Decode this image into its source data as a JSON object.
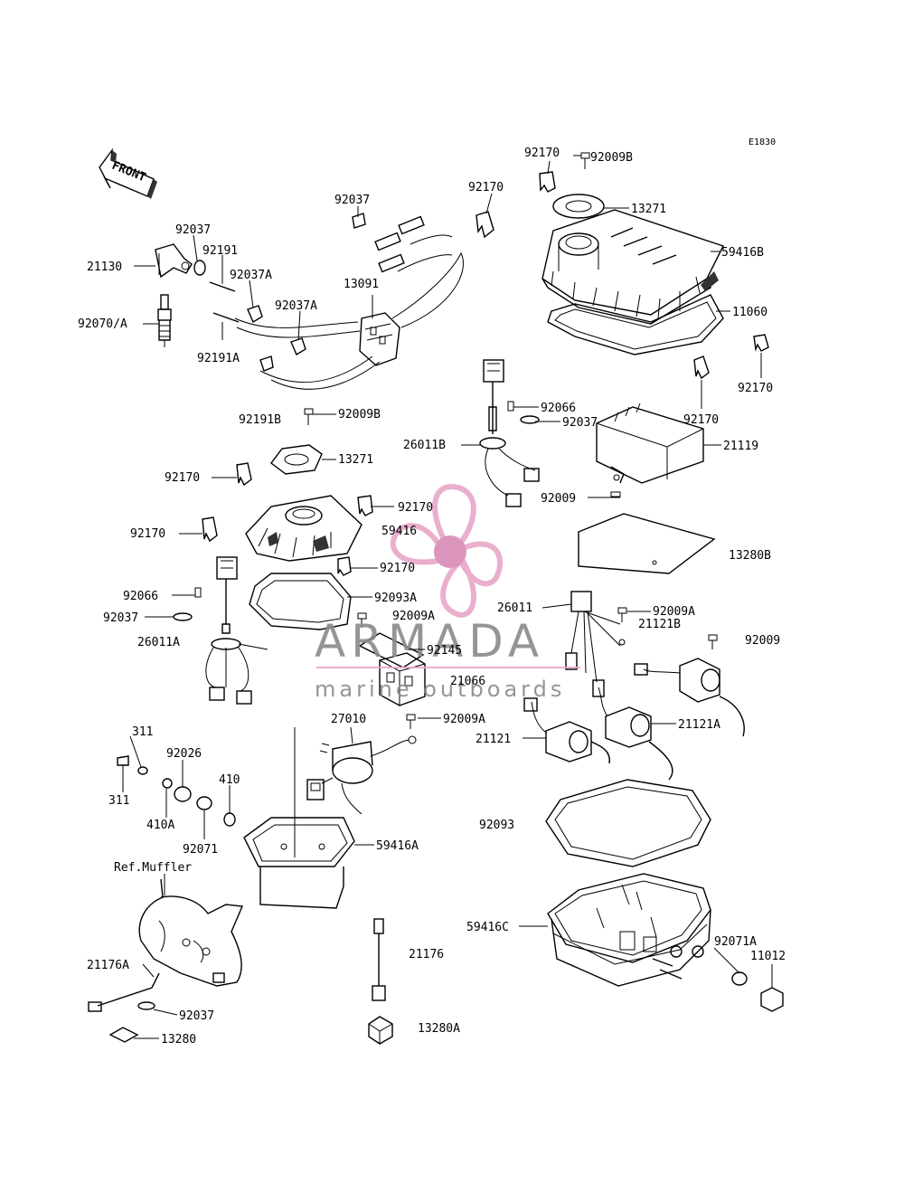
{
  "diagram_code": "E1830",
  "front_label": "FRONT",
  "reference_note": "Ref.Muffler",
  "watermark": {
    "brand": "ARMADA",
    "tagline": "marine outboards",
    "color_text": "#8a8a8a",
    "color_logo": "#e8a7c8",
    "color_hub": "#d98ab5"
  },
  "parts": {
    "p92170_a": "92170",
    "p92009B_a": "92009B",
    "p92170_b": "92170",
    "p13271_a": "13271",
    "p59416B": "59416B",
    "p11060": "11060",
    "p92170_c": "92170",
    "p92170_d": "92170",
    "p92037_a": "92037",
    "p92037_b": "92037",
    "p21130": "21130",
    "p92191": "92191",
    "p92037A_a": "92037A",
    "p92037A_b": "92037A",
    "p13091": "13091",
    "p92070A": "92070/A",
    "p92191A": "92191A",
    "p92066_a": "92066",
    "p92037_c": "92037",
    "p92191B": "92191B",
    "p92009B_b": "92009B",
    "p26011B": "26011B",
    "p21119": "21119",
    "p13271_b": "13271",
    "p92170_e": "92170",
    "p92009_a": "92009",
    "p92170_f": "92170",
    "p59416": "59416",
    "p92170_g": "92170",
    "p13280B": "13280B",
    "p92170_h": "92170",
    "p92066_b": "92066",
    "p92093A": "92093A",
    "p26011": "26011",
    "p92009A_a": "92009A",
    "p92037_d": "92037",
    "p92009A_b": "92009A",
    "p21121B": "21121B",
    "p26011A": "26011A",
    "p92145": "92145",
    "p92009_b": "92009",
    "p21066": "21066",
    "p27010": "27010",
    "p92009A_c": "92009A",
    "p311_a": "311",
    "p21121": "21121",
    "p21121A": "21121A",
    "p92026": "92026",
    "p311_b": "311",
    "p410": "410",
    "p410A": "410A",
    "p92071": "92071",
    "p92093": "92093",
    "p59416A": "59416A",
    "p59416C": "59416C",
    "p92071A": "92071A",
    "p11012": "11012",
    "p21176A": "21176A",
    "p21176": "21176",
    "p92037_e": "92037",
    "p13280": "13280",
    "p13280A": "13280A"
  }
}
